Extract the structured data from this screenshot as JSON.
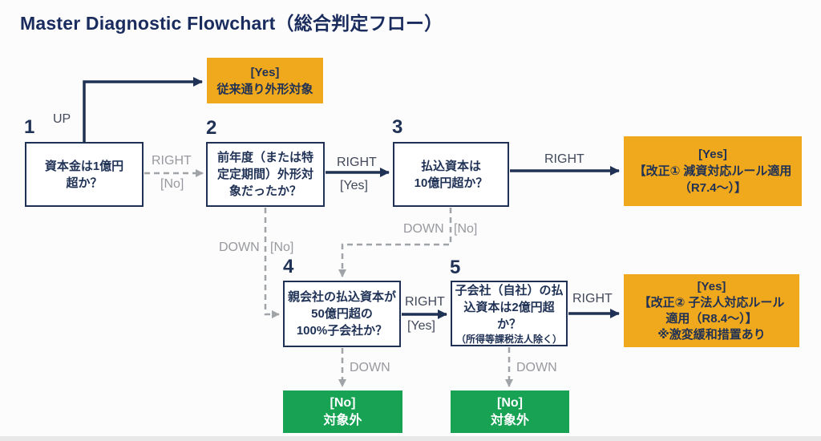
{
  "title": "Master Diagnostic Flowchart（総合判定フロー）",
  "colors": {
    "navy": "#1f3155",
    "orange": "#f0a81c",
    "green": "#17a254",
    "gray_label": "#97999f",
    "dark_label": "#42495a",
    "background": "#fcfcfc"
  },
  "nodes": [
    {
      "number": "1",
      "lines": [
        "資本金は1億円",
        "超か？"
      ]
    },
    {
      "number": "2",
      "lines": [
        "前年度（または特",
        "定定期間）外形対",
        "象だったか？"
      ]
    },
    {
      "number": "3",
      "lines": [
        "払込資本は",
        "10億円超か？"
      ]
    },
    {
      "number": "4",
      "lines": [
        "親会社の払込資本が",
        "50億円超の",
        "100%子会社か？"
      ]
    },
    {
      "number": "5",
      "lines": [
        "子会社（自社）の払",
        "込資本は2億円超か？",
        "（所得等課税法人除く）"
      ]
    }
  ],
  "terminals": {
    "yes_traditional": {
      "lines": [
        "[Yes]",
        "従来通り外形対象"
      ]
    },
    "yes_rule1": {
      "lines": [
        "[Yes]",
        "【改正① 減資対応ルール適用",
        "（R7.4～）】"
      ]
    },
    "yes_rule2": {
      "lines": [
        "[Yes]",
        "【改正② 子法人対応ルール",
        "適用（R8.4～）】",
        "※激変緩和措置あり"
      ]
    },
    "no_excluded_1": {
      "lines": [
        "[No]",
        "対象外"
      ]
    },
    "no_excluded_2": {
      "lines": [
        "[No]",
        "対象外"
      ]
    }
  },
  "edge_labels": {
    "up": "UP",
    "n1_right": "RIGHT",
    "n1_no": "[No]",
    "n2_right": "RIGHT",
    "n2_yes": "[Yes]",
    "n2_down": "DOWN",
    "n2_no": "[No]",
    "n3_right": "RIGHT",
    "n3_down": "DOWN",
    "n3_no": "[No]",
    "n4_right": "RIGHT",
    "n4_yes": "[Yes]",
    "n4_down": "DOWN",
    "n5_right": "RIGHT",
    "n5_down": "DOWN"
  }
}
